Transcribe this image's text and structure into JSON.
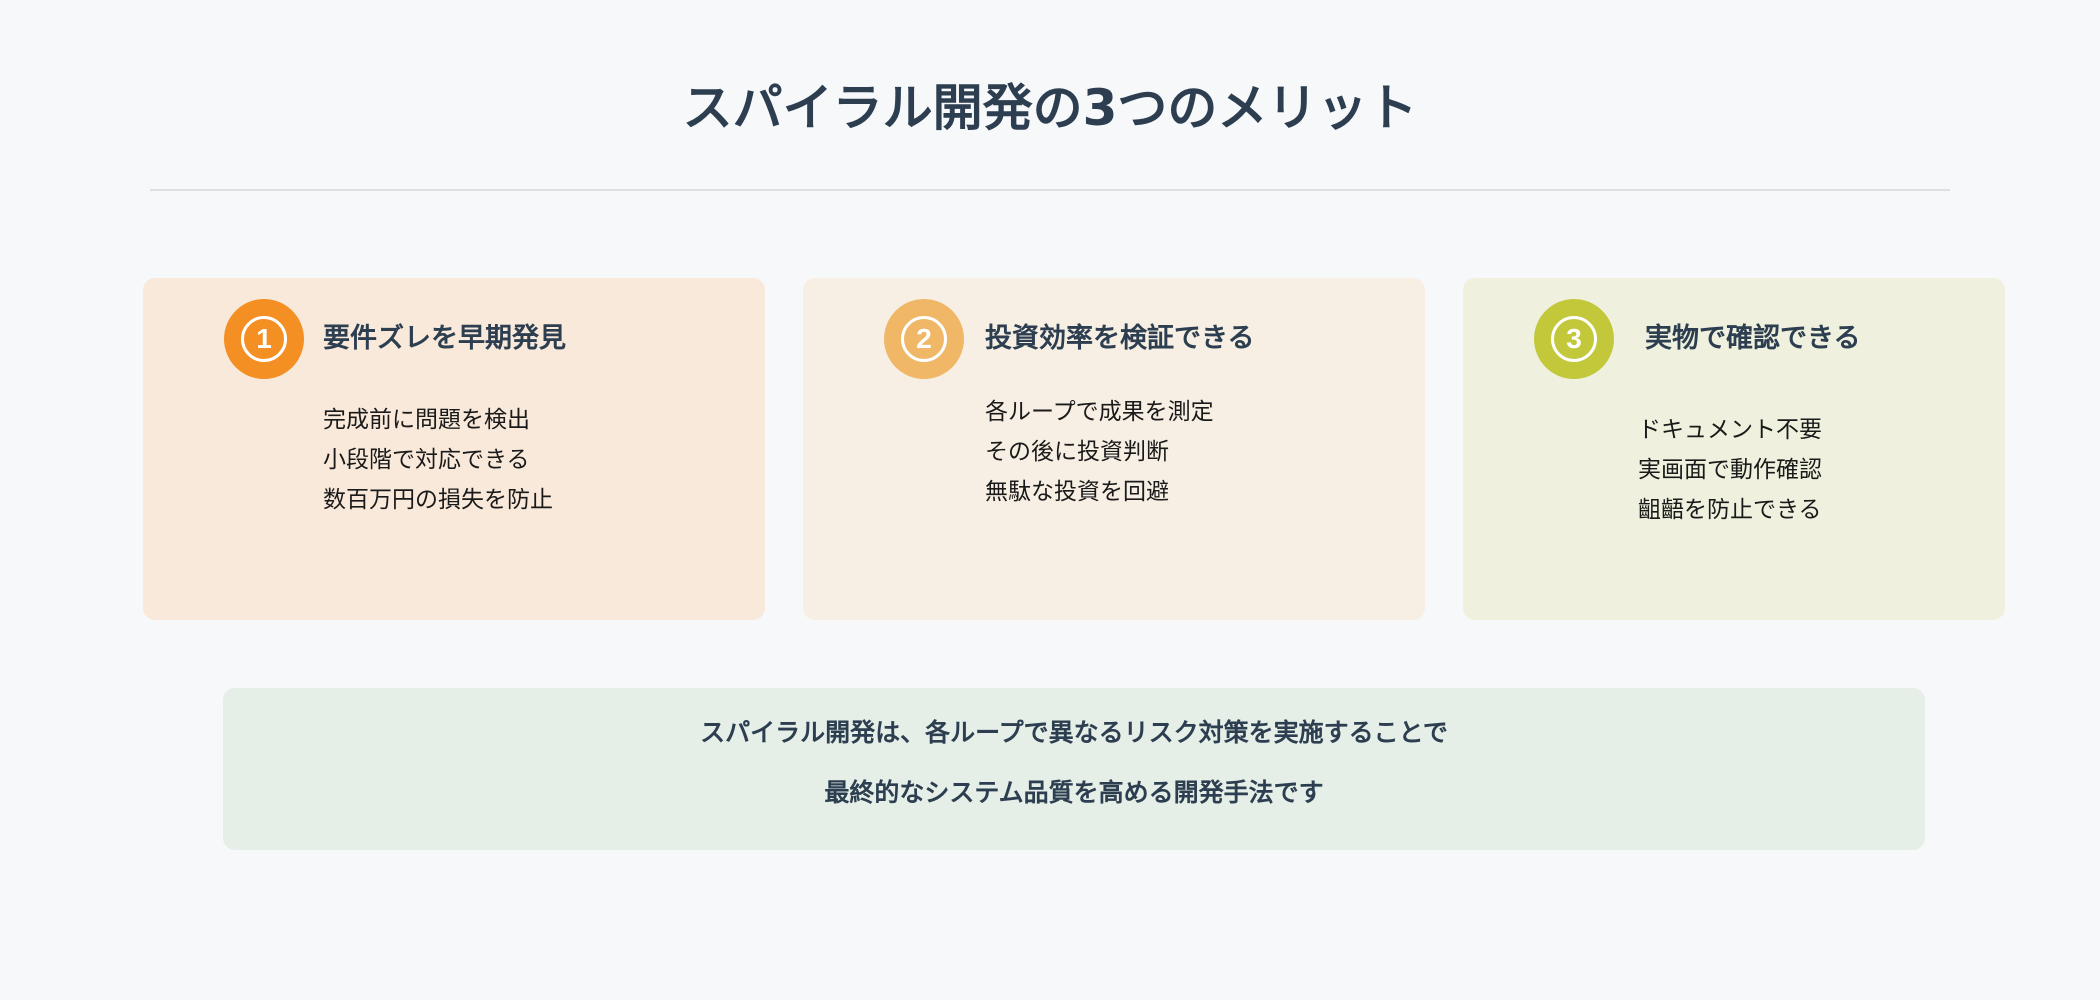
{
  "page": {
    "title": "スパイラル開発の3つのメリット",
    "background": "#f7f8fa",
    "text_color": "#2c3e50"
  },
  "cards": [
    {
      "number": "1",
      "title": "要件ズレを早期発見",
      "items": [
        "完成前に問題を検出",
        "小段階で対応できる",
        "数百万円の損失を防止"
      ],
      "badge_color": "#f38f23",
      "card_color": "#f9e9da"
    },
    {
      "number": "2",
      "title": "投資効率を検証できる",
      "items": [
        "各ループで成果を測定",
        "その後に投資判断",
        "無駄な投資を回避"
      ],
      "badge_color": "#efb766",
      "card_color": "#f7efe4"
    },
    {
      "number": "3",
      "title": "実物で確認できる",
      "items": [
        "ドキュメント不要",
        "実画面で動作確認",
        "齟齬を防止できる"
      ],
      "badge_color": "#c2c83a",
      "card_color": "#eff1de"
    }
  ],
  "summary": {
    "line1": "スパイラル開発は、各ループで異なるリスク対策を実施することで",
    "line2": "最終的なシステム品質を高める開発手法です",
    "background": "#e5efe7"
  }
}
